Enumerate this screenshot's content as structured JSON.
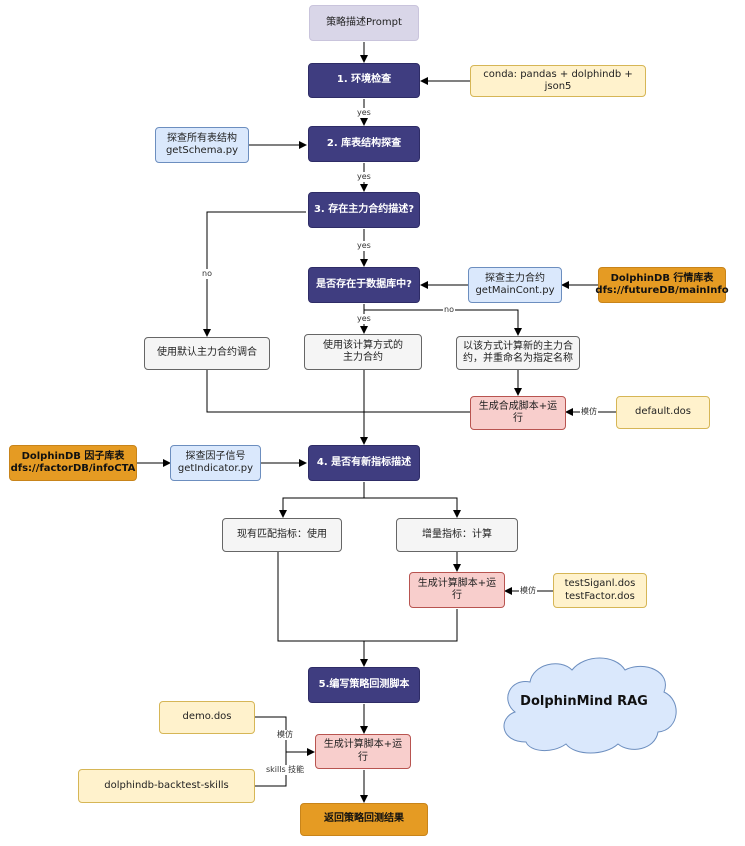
{
  "nodes": {
    "strategy_prompt": "策略描述Prompt",
    "step1": "1. 环境检查",
    "conda": "conda: pandas + dolphindb + json5",
    "get_schema": "探查所有表结构\ngetSchema.py",
    "step2": "2. 库表结构探查",
    "step3": "3. 存在主力合约描述?",
    "in_db": "是否存在于数据库中?",
    "get_main_cont": "探查主力合约\ngetMainCont.py",
    "dolphindb_quote": "DolphinDB 行情库表\ndfs://futureDB/mainInfo",
    "default_main": "使用默认主力合约调合",
    "use_calc": "使用该计算方式的\n主力合约",
    "new_calc": "以该方式计算新的主力合\n约，并重命名为指定名称",
    "gen_synth": "生成合成脚本+运行",
    "default_dos": "default.dos",
    "dolphindb_factor": "DolphinDB 因子库表\ndfs://factorDB/infoCTA",
    "get_indicator": "探查因子信号\ngetIndicator.py",
    "step4": "4. 是否有新指标描述",
    "existing_match": "现有匹配指标：使用",
    "incremental": "增量指标：计算",
    "gen_calc1": "生成计算脚本+运行",
    "test_dos": "testSiganl.dos\ntestFactor.dos",
    "step5": "5.编写策略回测脚本",
    "demo_dos": "demo.dos",
    "gen_calc2": "生成计算脚本+运行",
    "backtest_skills": "dolphindb-backtest-skills",
    "return_result": "返回策略回测结果",
    "cloud": "DolphinMind RAG"
  },
  "edge_labels": {
    "yes1": "yes",
    "yes2": "yes",
    "yes3": "yes",
    "yes4": "yes",
    "no1": "no",
    "no2": "no",
    "imitate1": "模仿",
    "imitate2": "模仿",
    "imitate3": "模仿",
    "skills": "skills 技能"
  },
  "colors": {
    "purple": "#3f3d80",
    "light_purple": "#d9d6e8",
    "blue": "#dae8fc",
    "yellow": "#fff2cc",
    "orange": "#e59b23",
    "red": "#f8cecc",
    "gray": "#f5f5f5"
  }
}
